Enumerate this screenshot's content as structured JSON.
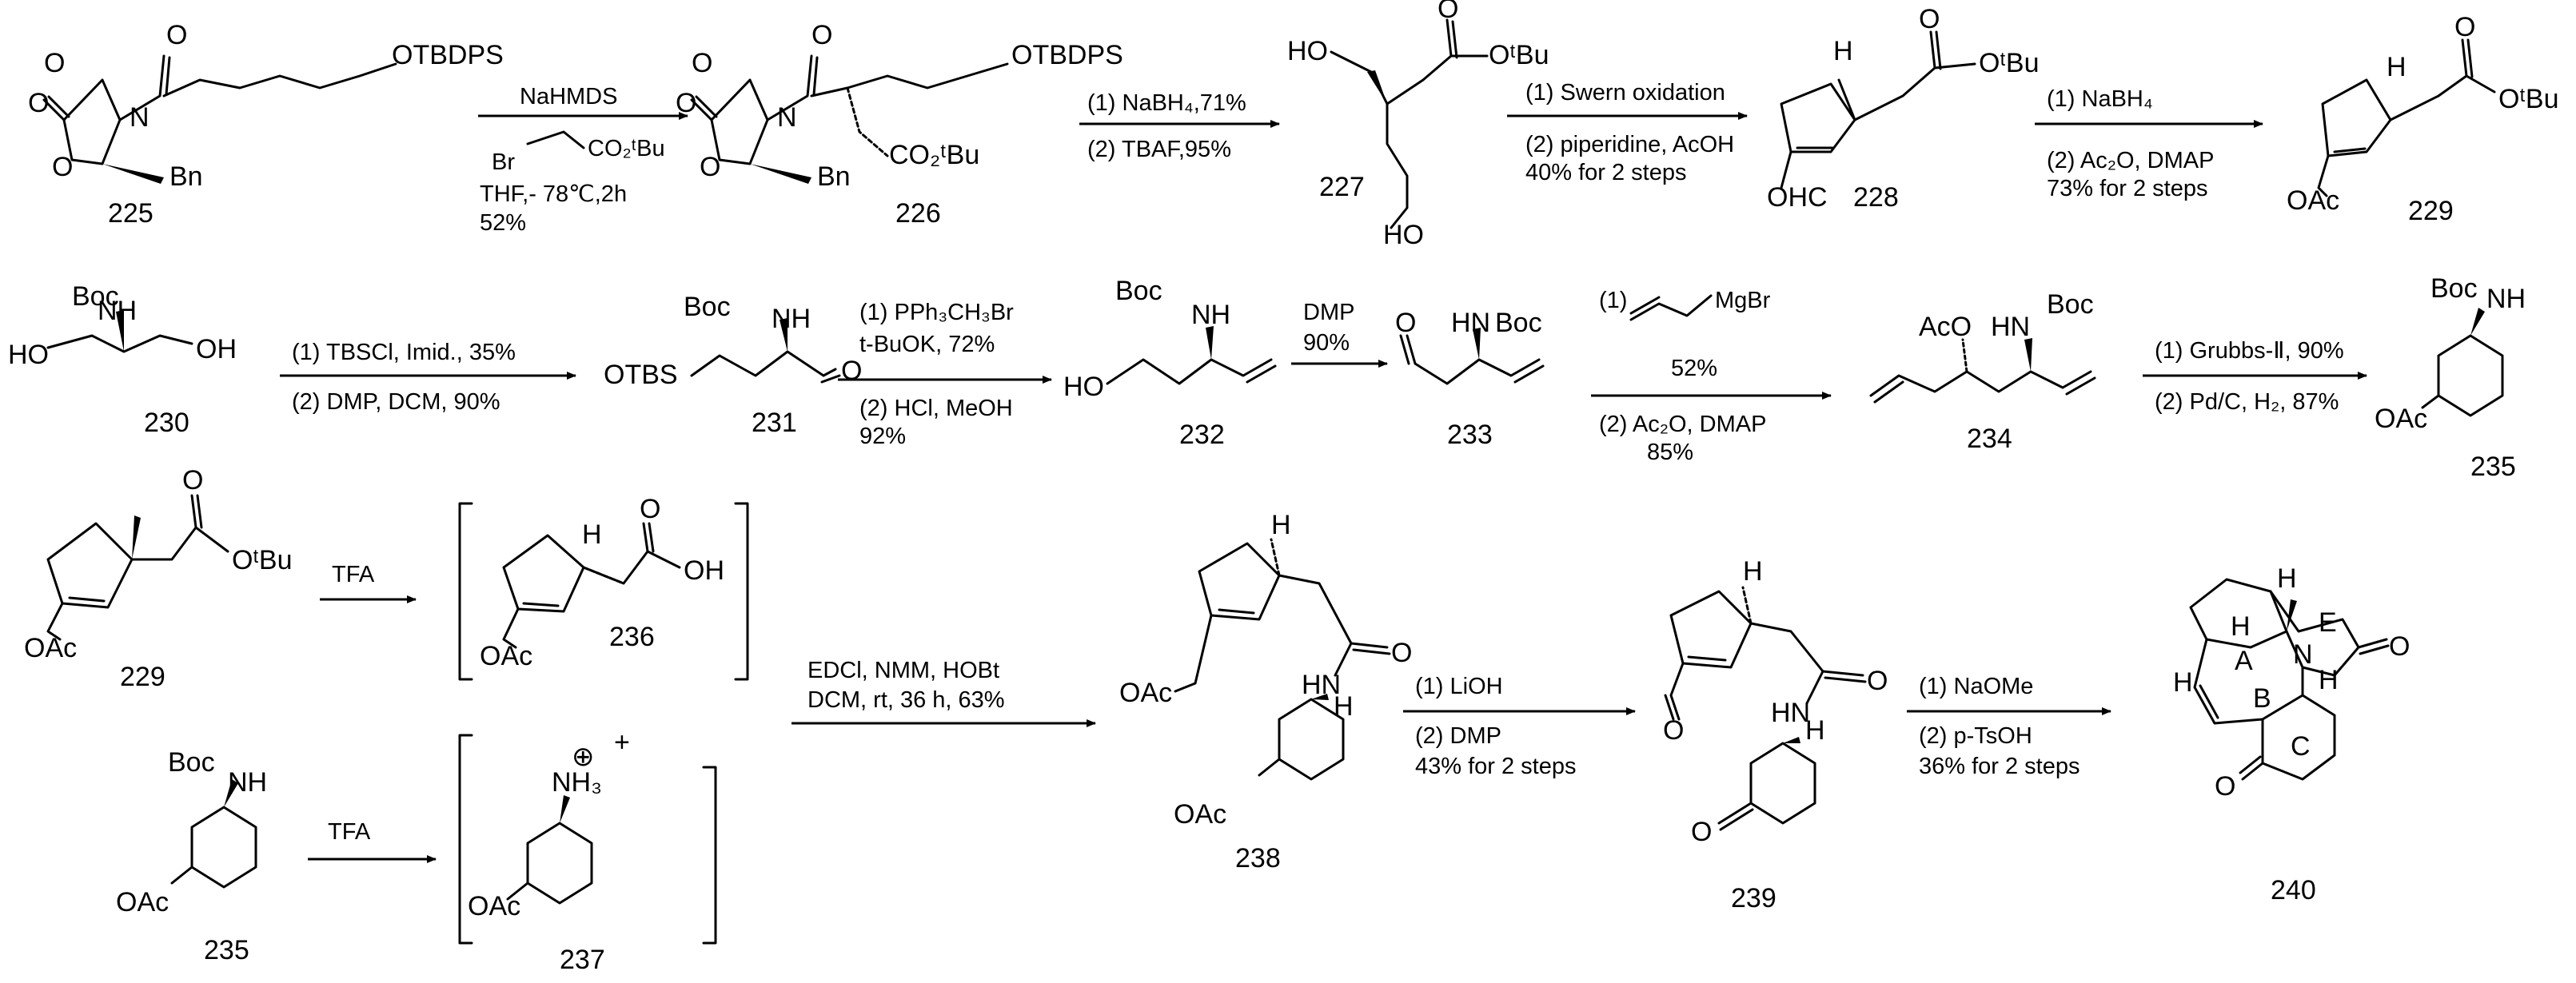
{
  "compounds": {
    "c225": {
      "id": "225",
      "labels": [
        "O",
        "O",
        "N",
        "O",
        "Bn",
        "OTBDPS"
      ]
    },
    "c226": {
      "id": "226",
      "labels": [
        "O",
        "O",
        "N",
        "O",
        "Bn",
        "OTBDPS",
        "CO₂ᵗBu"
      ]
    },
    "c227": {
      "id": "227",
      "labels": [
        "HO",
        "OᵗBu",
        "O",
        "HO"
      ]
    },
    "c228": {
      "id": "228",
      "labels": [
        "H",
        "OᵗBu",
        "O",
        "OHC"
      ]
    },
    "c229": {
      "id": "229",
      "labels": [
        "OᵗBu",
        "O",
        "OAc"
      ]
    },
    "c230": {
      "id": "230",
      "labels": [
        "Boc",
        "NH",
        "HO",
        "OH"
      ]
    },
    "c231": {
      "id": "231",
      "labels": [
        "Boc",
        "NH",
        "OTBS",
        "O"
      ]
    },
    "c232": {
      "id": "232",
      "labels": [
        "Boc",
        "NH",
        "HO"
      ]
    },
    "c233": {
      "id": "233",
      "labels": [
        "O",
        "HN",
        "Boc"
      ]
    },
    "c234": {
      "id": "234",
      "labels": [
        "AcO",
        "HN",
        "Boc"
      ]
    },
    "c235": {
      "id": "235",
      "labels": [
        "Boc",
        "NH",
        "OAc"
      ]
    },
    "c229b": {
      "id": "229",
      "labels": [
        "O",
        "OᵗBu",
        "OAc"
      ]
    },
    "c236": {
      "id": "236",
      "labels": [
        "H",
        "O",
        "OH",
        "OAc"
      ]
    },
    "c235b": {
      "id": "235",
      "labels": [
        "Boc",
        "NH",
        "OAc"
      ]
    },
    "c237": {
      "id": "237",
      "labels": [
        "NH₃",
        "⊕",
        "+",
        "OAc"
      ]
    },
    "c238": {
      "id": "238",
      "labels": [
        "H",
        "O",
        "HN",
        "H",
        "OAc",
        "OAc"
      ]
    },
    "c239": {
      "id": "239",
      "labels": [
        "H",
        "O",
        "O",
        "HN",
        "H",
        "O"
      ]
    },
    "c240": {
      "id": "240",
      "labels": [
        "H",
        "H",
        "H",
        "H",
        "O",
        "N",
        "O",
        "A",
        "B",
        "C",
        "E"
      ]
    }
  },
  "reactions": {
    "r1": {
      "above": "NaHMDS",
      "reagent": "Br",
      "reagent2": "CO₂ᵗBu",
      "below1": "THF,- 78℃,2h",
      "below2": "52%"
    },
    "r2": {
      "above": "(1) NaBH₄,71%",
      "below": "(2) TBAF,95%"
    },
    "r3": {
      "above": "(1) Swern oxidation",
      "below1": "(2) piperidine, AcOH",
      "below2": "40% for 2 steps"
    },
    "r4": {
      "above": "(1) NaBH₄",
      "below1": "(2) Ac₂O, DMAP",
      "below2": "73% for 2 steps"
    },
    "r5": {
      "above": "(1) TBSCl, Imid., 35%",
      "below": "(2) DMP, DCM, 90%"
    },
    "r6": {
      "above1": "(1) PPh₃CH₃Br",
      "above2": "t-BuOK, 72%",
      "below1": "(2) HCl, MeOH",
      "below2": "92%"
    },
    "r7": {
      "above1": "DMP",
      "above2": "90%"
    },
    "r8": {
      "above1": "(1)",
      "above2": "MgBr",
      "above3": "52%",
      "below1": "(2)  Ac₂O, DMAP",
      "below2": "85%"
    },
    "r9": {
      "above": "(1) Grubbs-Ⅱ, 90%",
      "below": "(2) Pd/C, H₂, 87%"
    },
    "r10": {
      "above": "TFA"
    },
    "r11": {
      "above": "TFA"
    },
    "r12": {
      "above1": "EDCl, NMM, HOBt",
      "above2": "DCM, rt, 36 h, 63%"
    },
    "r13": {
      "above": "(1) LiOH",
      "below1": "(2) DMP",
      "below2": "43% for 2 steps"
    },
    "r14": {
      "above": "(1) NaOMe",
      "below1": "(2) p-TsOH",
      "below2": "36% for 2 steps"
    }
  }
}
